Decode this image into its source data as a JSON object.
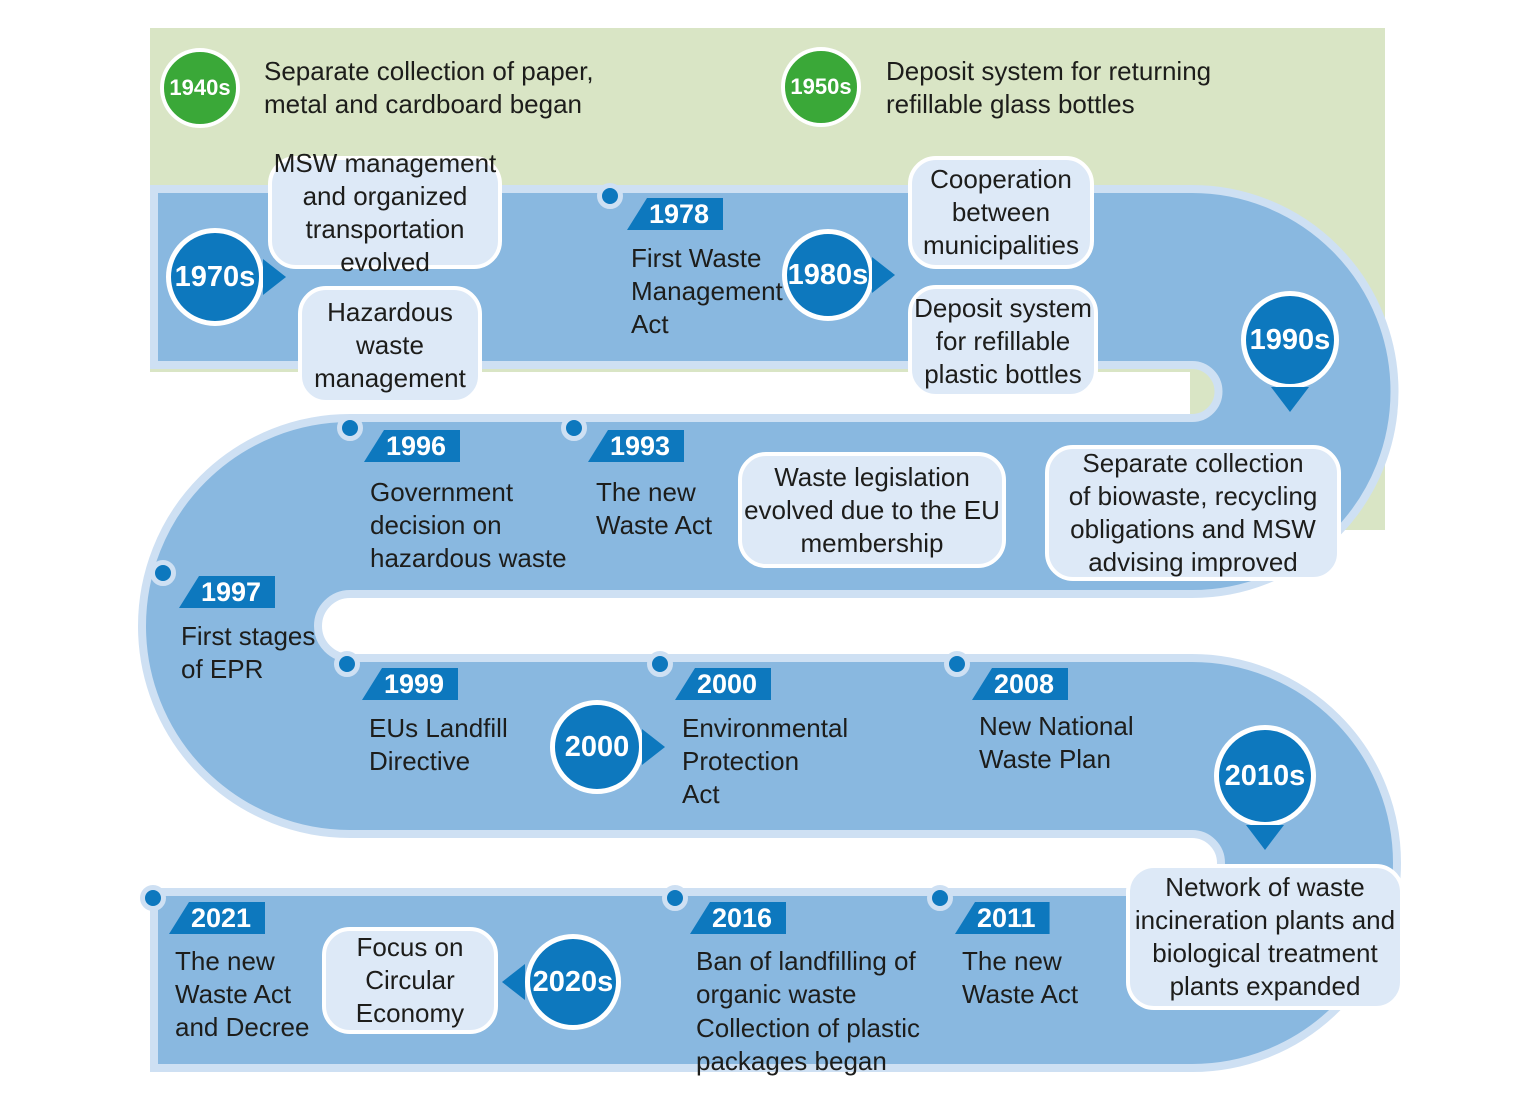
{
  "colors": {
    "background": "#ffffff",
    "green_band": "#d9e5c5",
    "green_circle": "#3aa838",
    "timeline_fill": "#89b8e0",
    "timeline_border": "#cee0f3",
    "accent_dark_blue": "#0d78be",
    "bubble_bg": "#dde9f7",
    "text": "#1d1d1b"
  },
  "era_notes": [
    {
      "decade": "1940s",
      "text": "Separate collection of paper,\nmetal and cardboard began"
    },
    {
      "decade": "1950s",
      "text": "Deposit system for returning\nrefillable glass bottles"
    }
  ],
  "decades": {
    "d1940s": "1940s",
    "d1950s": "1950s",
    "d1970s": "1970s",
    "d1980s": "1980s",
    "d1990s": "1990s",
    "d2000": "2000",
    "d2010s": "2010s",
    "d2020s": "2020s"
  },
  "milestones": [
    {
      "year": "1978",
      "text": "First Waste\nManagement\nAct"
    },
    {
      "year": "1996",
      "text": "Government\ndecision on\nhazardous waste"
    },
    {
      "year": "1993",
      "text": "The new\nWaste Act"
    },
    {
      "year": "1997",
      "text": "First stages\nof EPR"
    },
    {
      "year": "1999",
      "text": "EUs Landfill\nDirective"
    },
    {
      "year": "2000",
      "text": "Environmental\nProtection\nAct"
    },
    {
      "year": "2008",
      "text": "New National\nWaste Plan"
    },
    {
      "year": "2021",
      "text": "The new\nWaste Act\nand Decree"
    },
    {
      "year": "2016",
      "text": "Ban of landfilling of\norganic waste",
      "text2": "Collection of plastic\npackages began"
    },
    {
      "year": "2011",
      "text": "The new\nWaste Act"
    }
  ],
  "bubbles": [
    {
      "text": "MSW management\nand organized\ntransportation evolved"
    },
    {
      "text": "Hazardous\nwaste\nmanagement"
    },
    {
      "text": "Cooperation\nbetween\nmunicipalities"
    },
    {
      "text": "Deposit system\nfor refillable\nplastic bottles"
    },
    {
      "text": "Waste legislation\nevolved due to the EU\nmembership"
    },
    {
      "text": "Separate collection\nof biowaste, recycling\nobligations and MSW\nadvising improved"
    },
    {
      "text": "Focus on\nCircular\nEconomy"
    },
    {
      "text": "Network of waste\nincineration plants and\nbiological treatment\nplants expanded"
    }
  ]
}
